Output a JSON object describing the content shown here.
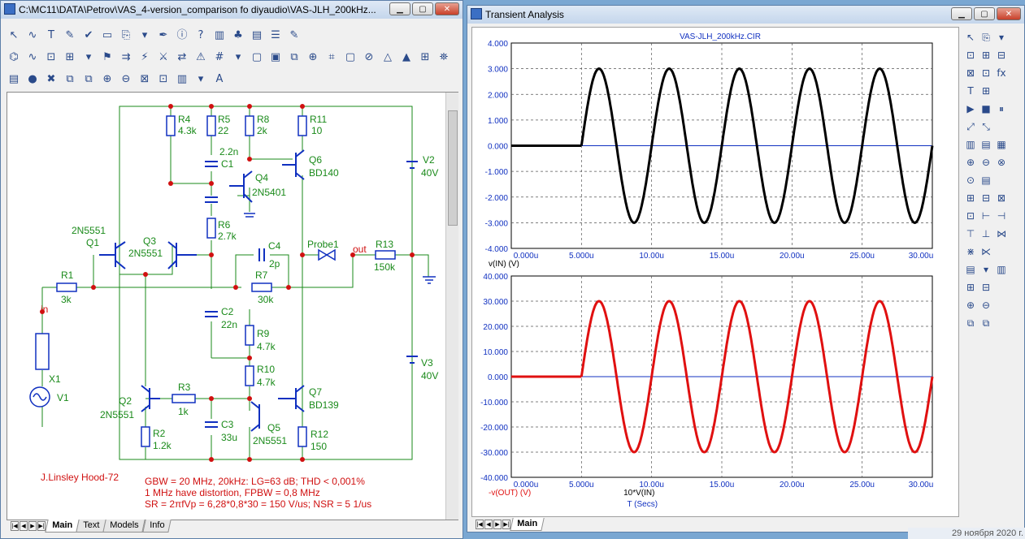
{
  "schematic_window": {
    "title": "C:\\MC11\\DATA\\Petrov\\VAS_4-version_comparison fo diyaudio\\VAS-JLH_200kHz....",
    "toolbar1": [
      "↖",
      "∿",
      "T",
      "✎",
      "✔",
      "▭",
      "⎘",
      "▾",
      "✒",
      "ⓘ",
      "?",
      "▥",
      "♣",
      "▤",
      "☰",
      "✎"
    ],
    "toolbar2": [
      "⌬",
      "∿",
      "⊡",
      "⊞",
      "▾",
      "⚑",
      "⇉",
      "⚡",
      "⚔",
      "⇄",
      "⚠",
      "#",
      "▾",
      "▢",
      "▣",
      "⧉",
      "⊕",
      "⌗",
      "▢",
      "⊘",
      "△",
      "▲",
      "⊞",
      "⛯"
    ],
    "toolbar3": [
      "▤",
      "●",
      "✖",
      "⧉",
      "⧉",
      "⊕",
      "⊖",
      "⊠",
      "⊡",
      "▥",
      "▾",
      "A"
    ],
    "labels": {
      "R4": "R4",
      "R4v": "4.3k",
      "R5": "R5",
      "R5v": "22",
      "R8": "R8",
      "R8v": "2k",
      "R11": "R11",
      "R11v": "10",
      "C1": "C1",
      "C1v": "2.2n",
      "Q4": "Q4",
      "Q4t": "2N5401",
      "Q6": "Q6",
      "Q6t": "BD140",
      "V2": "V2",
      "V2v": "40V",
      "R6": "R6",
      "R6v": "2.7k",
      "Q1t": "2N5551",
      "Q1": "Q1",
      "Q3": "Q3",
      "Q3t": "2N5551",
      "C4": "C4",
      "C4v": "2p",
      "Probe1": "Probe1",
      "out": "out",
      "R13": "R13",
      "R13v": "150k",
      "R1": "R1",
      "R1v": "3k",
      "R7": "R7",
      "R7v": "30k",
      "in": "in",
      "C2": "C2",
      "C2v": "22n",
      "R9": "R9",
      "R9v": "4.7k",
      "X1": "X1",
      "V1": "V1",
      "R10": "R10",
      "R10v": "4.7k",
      "V3": "V3",
      "V3v": "40V",
      "Q2": "Q2",
      "Q2t": "2N5551",
      "R3": "R3",
      "R3v": "1k",
      "Q7": "Q7",
      "Q7t": "BD139",
      "C3": "C3",
      "C3v": "33u",
      "Q5": "Q5",
      "Q5t": "2N5551",
      "R2": "R2",
      "R2v": "1.2k",
      "R12": "R12",
      "R12v": "150",
      "author": "J.Linsley Hood-72",
      "note1": "GBW = 20 MHz, 20kHz: LG=63 dB; THD < 0,001%",
      "note2": "1 MHz have distortion,  FPBW = 0,8 MHz",
      "note3": "SR = 2πfVp = 6,28*0,8*30 = 150 V/us; NSR = 5 1/us"
    },
    "tabs": [
      "Main",
      "Text",
      "Models",
      "Info"
    ]
  },
  "analysis_window": {
    "title": "Transient Analysis",
    "plot_title": "VAS-JLH_200kHz.CIR",
    "tabs": [
      "Main"
    ],
    "top_plot": {
      "y_ticks": [
        "4.000",
        "3.000",
        "2.000",
        "1.000",
        "0.000",
        "-1.000",
        "-2.000",
        "-3.000",
        "-4.000"
      ],
      "x_ticks": [
        "0.000u",
        "5.000u",
        "10.00u",
        "15.00u",
        "20.00u",
        "25.00u",
        "30.00u"
      ],
      "trace_label": "v(IN) (V)",
      "color": "#000000"
    },
    "bottom_plot": {
      "y_ticks": [
        "40.000",
        "30.000",
        "20.000",
        "10.000",
        "0.000",
        "-10.000",
        "-20.000",
        "-30.000",
        "-40.000"
      ],
      "x_ticks": [
        "0.000u",
        "5.000u",
        "10.00u",
        "15.00u",
        "20.00u",
        "25.00u",
        "30.00u"
      ],
      "trace_label": "-v(OUT) (V)",
      "x_expr": "10*V(IN)",
      "x_axis_label": "T (Secs)",
      "color": "#e01010"
    },
    "right_toolbar": [
      "↖",
      "⎘",
      "▾",
      "⊡",
      "⊞",
      "⊟",
      "⊠",
      "⊡",
      "fx",
      "T",
      "⊞",
      "",
      "▶",
      "■",
      "⏸",
      "⤢",
      "⤡",
      "",
      "▥",
      "▤",
      "▦",
      "⊕",
      "⊖",
      "⊗",
      "⊙",
      "▤",
      "",
      "⊞",
      "⊟",
      "⊠",
      "⊡",
      "⊢",
      "⊣",
      "⊤",
      "⊥",
      "⋈",
      "⋇",
      "⋉",
      "",
      "▤",
      "▾",
      "▥",
      "⊞",
      "⊟",
      "",
      "⊕",
      "⊖",
      "",
      "⧉",
      "⧉",
      ""
    ]
  },
  "chart_data": [
    {
      "type": "line",
      "title": "VAS-JLH_200kHz.CIR",
      "xlabel": "",
      "ylabel": "v(IN) (V)",
      "xlim": [
        0,
        30
      ],
      "ylim": [
        -4,
        4
      ],
      "x_unit": "u",
      "grid": true,
      "series": [
        {
          "name": "v(IN) (V)",
          "x": [
            0,
            5
          ],
          "y": [
            0,
            0
          ]
        },
        {
          "name": "v(IN) (V)",
          "sine": {
            "start": 5,
            "end": 30,
            "amplitude": 3,
            "frequency_per_us": 0.2
          }
        }
      ]
    },
    {
      "type": "line",
      "title": "",
      "xlabel": "T (Secs)",
      "ylabel": "-v(OUT) (V)",
      "xlim": [
        0,
        30
      ],
      "ylim": [
        -40,
        40
      ],
      "x_unit": "u",
      "grid": true,
      "series": [
        {
          "name": "-v(OUT) (V)",
          "x": [
            0,
            5
          ],
          "y": [
            0,
            0
          ]
        },
        {
          "name": "-v(OUT) (V)",
          "sine": {
            "start": 5,
            "end": 30,
            "amplitude": 30,
            "frequency_per_us": 0.2
          }
        },
        {
          "name": "10*V(IN)",
          "sine": {
            "start": 5,
            "end": 30,
            "amplitude": 30,
            "frequency_per_us": 0.2
          }
        }
      ]
    }
  ],
  "taskbar": {
    "date": "29 ноября 2020 г."
  }
}
